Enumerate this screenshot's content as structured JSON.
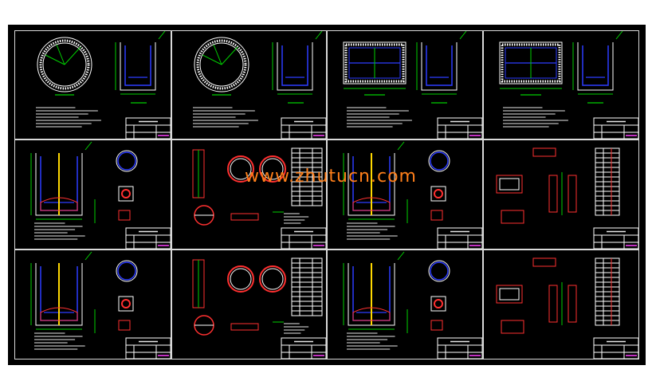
{
  "drawing_set": {
    "watermark": "www.zhutucn.com",
    "rows": 3,
    "columns": 4,
    "sheets": [
      {
        "id": "r1c1",
        "kind": "plan-circular"
      },
      {
        "id": "r1c2",
        "kind": "plan-circular"
      },
      {
        "id": "r1c3",
        "kind": "plan-rectangular"
      },
      {
        "id": "r1c4",
        "kind": "plan-rectangular"
      },
      {
        "id": "r2c1",
        "kind": "detail-section"
      },
      {
        "id": "r2c2",
        "kind": "detail-rings"
      },
      {
        "id": "r2c3",
        "kind": "detail-section"
      },
      {
        "id": "r2c4",
        "kind": "detail-rectangular"
      },
      {
        "id": "r3c1",
        "kind": "detail-section"
      },
      {
        "id": "r3c2",
        "kind": "detail-rings"
      },
      {
        "id": "r3c3",
        "kind": "detail-section"
      },
      {
        "id": "r3c4",
        "kind": "detail-rectangular"
      }
    ]
  },
  "colors": {
    "background": "#000000",
    "frame": "#d9d9d9",
    "structure": "#ffffff",
    "reinforcement_blue": "#2c3cff",
    "dimension_green": "#00d000",
    "ring_red": "#ff3030",
    "title_magenta": "#ff40ff",
    "watermark_orange": "#ff7f1a"
  }
}
